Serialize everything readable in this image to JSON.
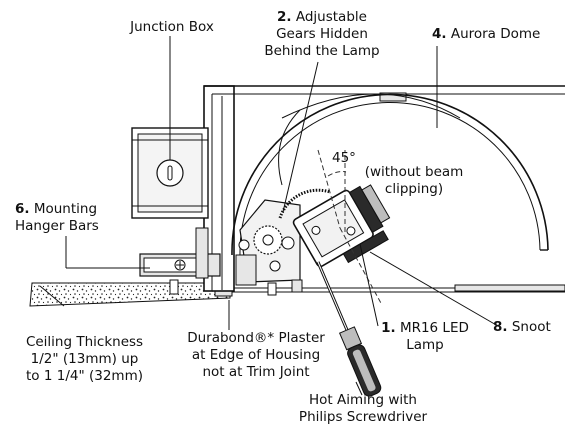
{
  "labels": {
    "junction_box": "Junction Box",
    "gears_number": "2.",
    "gears_line1": "Adjustable",
    "gears_line2": "Gears Hidden",
    "gears_line3": "Behind the Lamp",
    "dome_number": "4.",
    "dome_text": "Aurora Dome",
    "angle": "45°",
    "beam_line1": "(without beam",
    "beam_line2": "clipping)",
    "hanger_number": "6.",
    "hanger_line1": "Mounting",
    "hanger_line2": "Hanger Bars",
    "ceiling_line1": "Ceiling Thickness",
    "ceiling_line2": "1/2\" (13mm) up",
    "ceiling_line3": "to 1 1/4\" (32mm)",
    "plaster_line1": "Durabond®* Plaster",
    "plaster_line2": "at Edge of Housing",
    "plaster_line3": "not at Trim Joint",
    "lamp_number": "1.",
    "lamp_line1": "MR16 LED",
    "lamp_line2": "Lamp",
    "snoot_number": "8.",
    "snoot_text": "Snoot",
    "aiming_line1": "Hot Aiming with",
    "aiming_line2": "Philips Screwdriver"
  },
  "colors": {
    "line": "#111111",
    "fill_light": "#e6e6e6",
    "fill_mid": "#bdbdbd",
    "fill_dark": "#2a2a2a"
  }
}
